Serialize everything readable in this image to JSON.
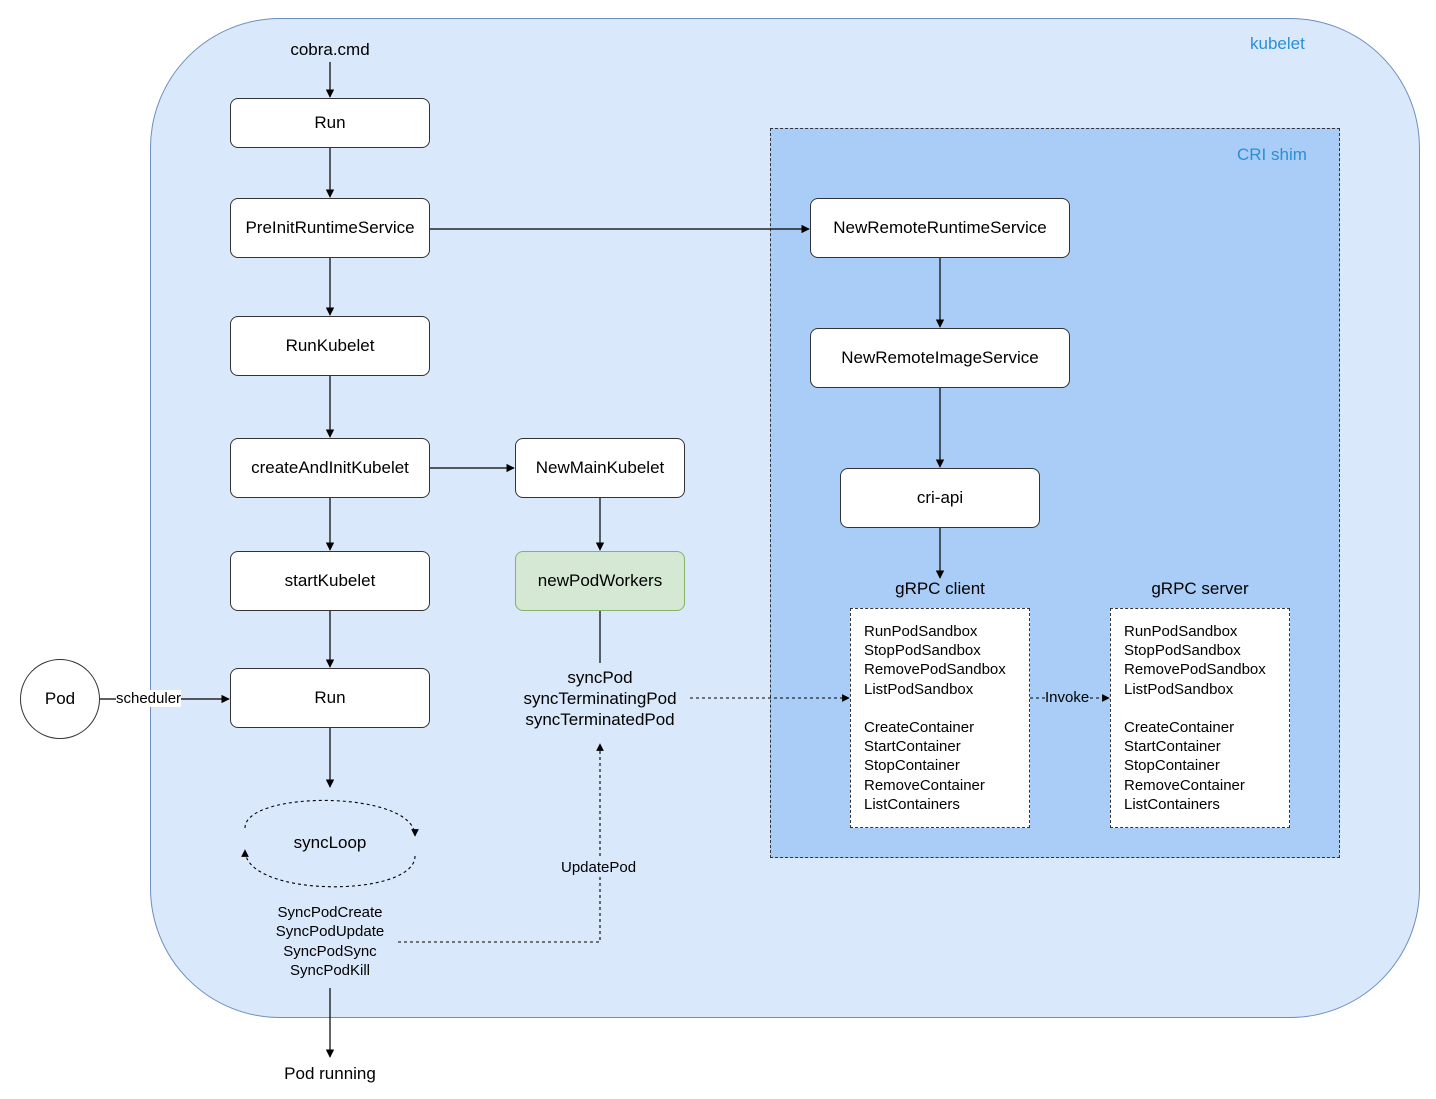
{
  "regions": {
    "kubelet": "kubelet",
    "cri_shim": "CRI shim"
  },
  "left_chain": {
    "entry": "cobra.cmd",
    "run_top": "Run",
    "pre_init": "PreInitRuntimeService",
    "run_kubelet": "RunKubelet",
    "create_init": "createAndInitKubelet",
    "start_kubelet": "startKubelet",
    "run_bottom": "Run",
    "sync_loop": "syncLoop",
    "sync_events": [
      "SyncPodCreate",
      "SyncPodUpdate",
      "SyncPodSync",
      "SyncPodKill"
    ],
    "pod_running": "Pod running"
  },
  "pod": {
    "label": "Pod",
    "edge_label": "scheduler"
  },
  "middle_chain": {
    "new_main_kubelet": "NewMainKubelet",
    "new_pod_workers": "newPodWorkers",
    "sync_funcs": [
      "syncPod",
      "syncTerminatingPod",
      "syncTerminatedPod"
    ],
    "update_pod": "UpdatePod"
  },
  "cri": {
    "remote_runtime": "NewRemoteRuntimeService",
    "remote_image": "NewRemoteImageService",
    "cri_api": "cri-api",
    "grpc_client": {
      "title": "gRPC client",
      "sandbox_ops": [
        "RunPodSandbox",
        "StopPodSandbox",
        "RemovePodSandbox",
        "ListPodSandbox"
      ],
      "container_ops": [
        "CreateContainer",
        "StartContainer",
        "StopContainer",
        "RemoveContainer",
        "ListContainers"
      ]
    },
    "grpc_server": {
      "title": "gRPC server",
      "sandbox_ops": [
        "RunPodSandbox",
        "StopPodSandbox",
        "RemovePodSandbox",
        "ListPodSandbox"
      ],
      "container_ops": [
        "CreateContainer",
        "StartContainer",
        "StopContainer",
        "RemoveContainer",
        "ListContainers"
      ]
    },
    "invoke": "Invoke"
  }
}
